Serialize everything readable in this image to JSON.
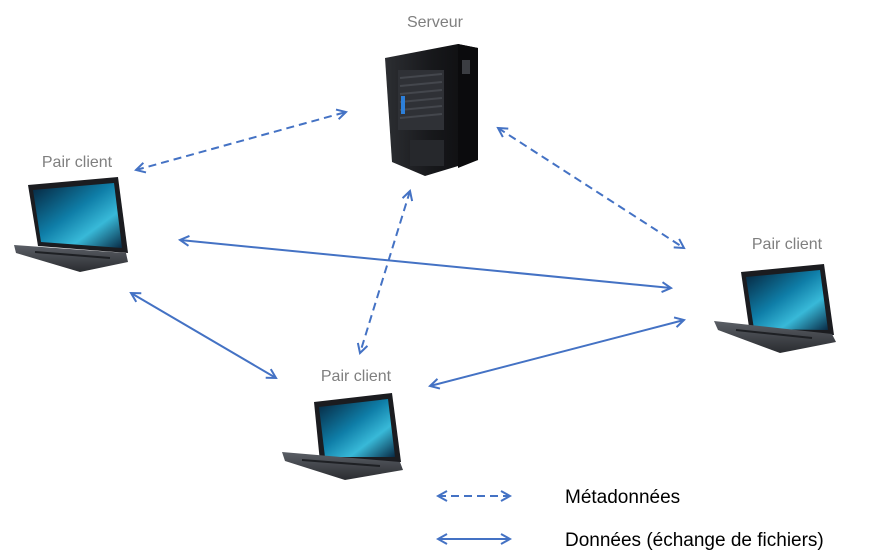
{
  "labels": {
    "server": "Serveur",
    "client_left": "Pair client",
    "client_right": "Pair client",
    "client_bottom": "Pair client"
  },
  "legend": {
    "metadata": "Métadonnées",
    "data": "Données (échange de fichiers)"
  },
  "colors": {
    "arrow": "#4472C4",
    "label": "#7f7f7f",
    "legend_text": "#000000",
    "screen": "#0e6f96",
    "laptop_body": "#3a3d42",
    "server_body": "#1e1f22"
  }
}
